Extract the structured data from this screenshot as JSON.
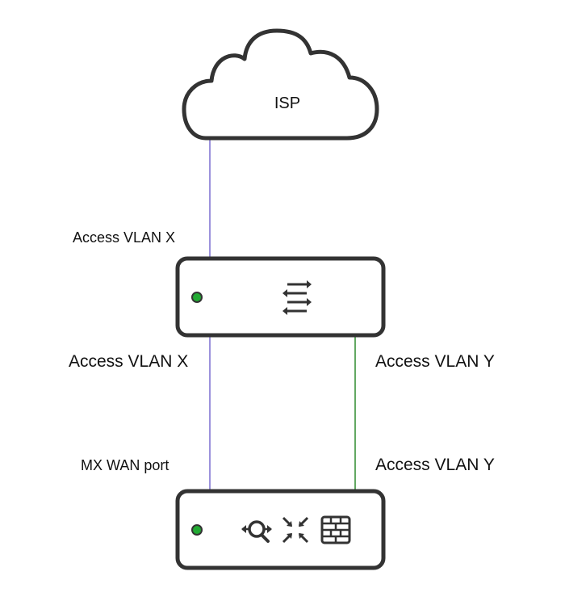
{
  "cloud": {
    "label": "ISP"
  },
  "links": {
    "isp_switch_label": "Access VLAN X",
    "switch_left_label": "Access VLAN X",
    "switch_right_label": "Access VLAN Y",
    "mx_left_label": "MX WAN port",
    "mx_right_label": "Access VLAN Y"
  },
  "devices": {
    "switch": {
      "icon": "switch-arrows-icon",
      "status_color": "#22aa33"
    },
    "mx": {
      "icons": [
        "magnify-arrows-icon",
        "compress-arrows-icon",
        "firewall-icon"
      ],
      "status_color": "#22aa33"
    }
  },
  "colors": {
    "vlan_x": "#7b6fd0",
    "vlan_y": "#2e8b2e",
    "outline": "#333333"
  }
}
